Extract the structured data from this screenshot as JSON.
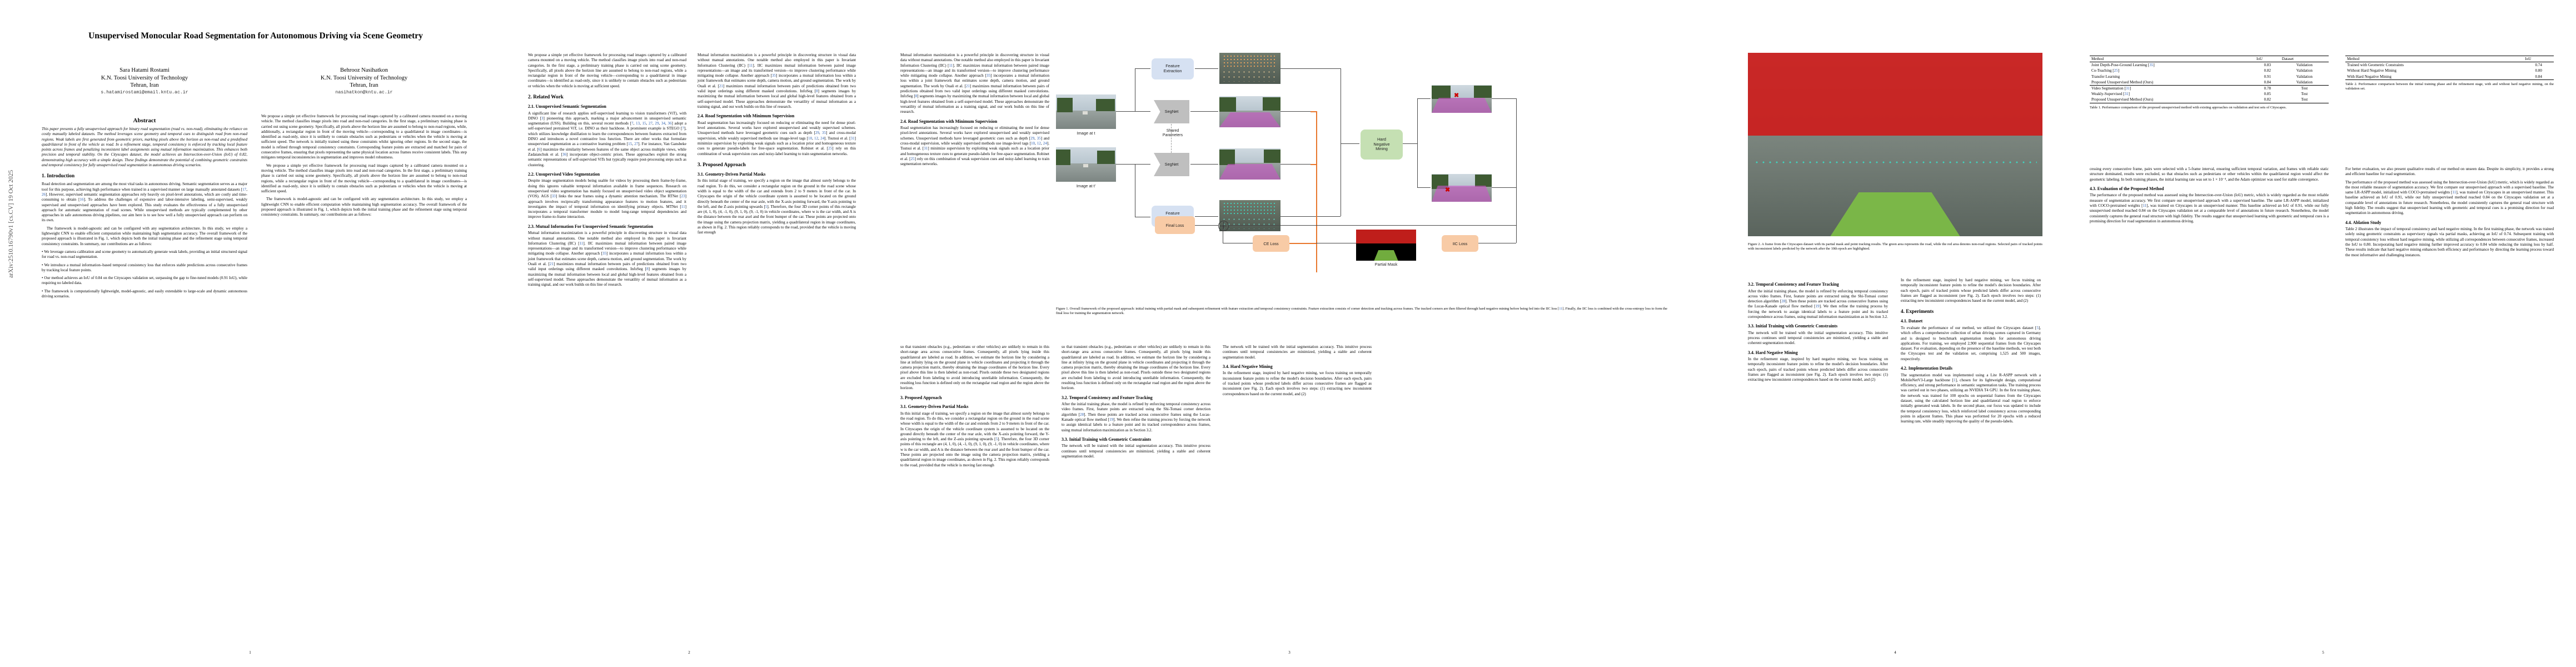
{
  "arxiv_stamp": "arXiv:2510.16790v1  [cs.CV]  19 Oct 2025",
  "title": "Unsupervised Monocular Road Segmentation for Autonomous Driving via Scene Geometry",
  "authors": [
    {
      "name": "Sara Hatami Rostami",
      "affil": "K.N. Toosi University of Technology",
      "city": "Tehran, Iran",
      "email": "s.hatamirostami@email.kntu.ac.ir"
    },
    {
      "name": "Behrooz Nasihatkon",
      "affil": "K.N. Toosi University of Technology",
      "city": "Tehran, Iran",
      "email": "nasihatkon@kntu.ac.ir"
    }
  ],
  "abstract_heading": "Abstract",
  "abstract_left": "This paper presents a fully unsupervised approach for binary road segmentation (road vs. non-road), eliminating the reliance on costly manually labeled datasets. The method leverages scene geometry and temporal cues to distinguish road from non-road regions. Weak labels are first generated from geometric priors, marking pixels above the horizon as non-road and a predefined quadrilateral in front of the vehicle as road. In a refinement stage, temporal consistency is enforced by tracking local feature points across frames and penalizing inconsistent label assignments using mutual information maximization. This enhances both precision and temporal stability. On the Cityscapes dataset, the model achieves an Intersection-over-Union (IoU) of 0.82, demonstrating high accuracy with a simple design. These findings demonstrate the potential of combining geometric constraints and temporal consistency for fully unsupervised road segmentation in autonomous driving scenarios.",
  "abstract_right": "We propose a simple yet effective framework for processing road images captured by a calibrated camera mounted on a moving vehicle. The method classifies image pixels into road and non-road categories. In the first stage, a preliminary training phase is carried out using scene geometry. Specifically, all pixels above the horizon line are assumed to belong to non-road regions, while, additionally, a rectangular region in front of the moving vehicle—corresponding to a quadrilateral in image coordinates—is identified as road-only, since it is unlikely to contain obstacles such as pedestrians or vehicles when the vehicle is moving at sufficient speed. The network is initially trained using these constraints whilst ignoring other regions. In the second stage, the model is refined through temporal consistency constraints. Corresponding feature points are extracted and matched for pairs of consecutive frames, ensuring that pixels representing the same physical location across frames receive consistent labels. This step mitigates temporal inconsistencies in segmentation and improves model robustness.",
  "sections": {
    "s1": "1. Introduction",
    "s2": "2. Related Work",
    "s21": "2.1. Unsupervised Semantic Segmentation",
    "s22": "2.2. Unsupervised Video Segmentation",
    "s23": "2.3. Mutual Information For Unsupervised Semantic Segmentation",
    "s24": "2.4. Road Segmentation with Minimum Supervision",
    "s3": "3. Proposed Approach",
    "s31": "3.1. Geometry-Driven Partial Masks",
    "s32": "3.2. Temporal Consistency and Feature Tracking",
    "s33": "3.3. Initial Training with Geometric Constraints",
    "s34": "3.4. Hard Negative Mining",
    "s4": "4. Experiments",
    "s41": "4.1. Dataset",
    "s42": "4.2. Implementation Details",
    "s43": "4.3. Evaluation of the Proposed Method",
    "s44": "4.4. Ablation Study"
  },
  "body": {
    "intro_p1": "Road detection and segmentation are among the most vital tasks in autonomous driving. Semantic segmentation serves as a major tool for this purpose, achieving high performance when trained in a supervised manner on large manually annotated datasets [17, 26]. However, supervised semantic segmentation approaches rely heavily on pixel-level annotations, which are costly and time-consuming to obtain [16]. To address the challenges of expensive and labor-intensive labeling, semi-supervised, weakly supervised and unsupervised approaches have been explored. This study evaluates the effectiveness of a fully unsupervised approach for automatic segmentation of road scenes. While unsupervised methods are typically complemented by other approaches in safe autonomous driving pipelines, our aim here is to see how well a fully unsupervised approach can perform on its own.",
    "intro_p2": "We propose a simple yet effective framework for processing road images captured by a calibrated camera mounted on a moving vehicle. The method classifies image pixels into road and non-road categories. In the first stage, a preliminary training phase is carried out using scene geometry. Specifically, all pixels above the horizon line are assumed to belong to non-road regions, while a rectangular region in front of the moving vehicle—corresponding to a quadrilateral in image coordinates—is identified as road-only, since it is unlikely to contain obstacles such as pedestrians or vehicles when the vehicle is moving at sufficient speed.",
    "intro_p3": "The framework is model-agnostic and can be configured with any segmentation architecture. In this study, we employ a lightweight CNN to enable efficient computation while maintaining high segmentation accuracy. The overall framework of the proposed approach is illustrated in Fig. 1, which depicts both the initial training phase and the refinement stage using temporal consistency constraints. In summary, our contributions are as follows:",
    "contrib1": "• We leverage camera calibration and scene geometry to automatically generate weak labels, providing an initial structured signal for road vs. non-road segmentation.",
    "contrib2": "• We introduce a mutual information–based temporal consistency loss that enforces stable predictions across consecutive frames by tracking local feature points.",
    "contrib3": "• Our method achieves an IoU of 0.84 on the Cityscapes validation set, surpassing the gap to fine-tuned models (0.91 IoU), while requiring no labeled data.",
    "contrib4": "• The framework is computationally lightweight, model-agnostic, and easily extendable to large-scale and dynamic autonomous driving scenarios.",
    "rel21_p1": "A significant line of research applies self-supervised learning to vision transformers (ViT), with DINO [3] pioneering this approach, marking a major advancement in unsupervised semantic segmentation (USS). Building on this, several recent methods [7, 13, 15, 27, 29, 34, 36] adopt a self-supervised pretrained ViT, i.e. DINO as their backbone. A prominent example is STEGO [7], which utilizes knowledge distillation to learn the correspondences between features extracted from DINO and introduces a novel contrastive loss function. There are other works that formulate unsupervised segmentation as a contrastive learning problem [15, 27]. For instance, Van Gansbeke et al. [6] maximize the similarity between features of the same object across multiple views, while Zadaianchuk et al. [36] incorporate object-centric priors. These approaches exploit the strong semantic representations of self-supervised ViTs but typically require post-processing steps such as clustering.",
    "rel22_p1": "Despite image segmentation models being usable for videos by processing them frame-by-frame, doing this ignores valuable temporal information available in frame sequences. Research on unsupervised video segmentation has mainly focused on unsupervised video object segmentation (VOS). AGS [33] links the near frames using a dynamic attention mechanism. The RTNet [23] approach involves reciprocally transforming appearance features to motion features, and it investigates the impact of temporal information on identifying primary objects. MTNet [11] incorporates a temporal transformer module to model long-range temporal dependencies and improve frame-to-frame interaction.",
    "rel23_p1": "Mutual information maximization is a powerful principle in discovering structure in visual data without manual annotations. One notable method also employed in this paper is Invariant Information Clustering (IIC) [11]. IIC maximizes mutual information between paired image representations—an image and its transformed version—to improve clustering performance while mitigating mode collapse. Another approach [35] incorporates a mutual information loss within a joint framework that estimates scene depth, camera motion, and ground segmentation. The work by Ouali et al. [21] maximizes mutual information between pairs of predictions obtained from two valid input orderings using different masked convolutions. InfoSeg [8] segments images by maximizing the mutual information between local and global high-level features obtained from a self-supervised model. These approaches demonstrate the versatility of mutual information as a training signal, and our work builds on this line of research.",
    "rel24_p1": "Road segmentation has increasingly focused on reducing or eliminating the need for dense pixel-level annotations. Several works have explored unsupervised and weakly supervised schemes. Unsupervised methods have leveraged geometric cues such as depth [29, 35] and cross-modal supervision, while weakly supervised methods use image-level tags [10, 12, 24]. Tsutsui et al. [31] minimize supervision by exploiting weak signals such as a location prior and homogeneous texture cues to generate pseudo-labels for free-space segmentation. Robinet et al. [25] rely on this combination of weak supervision cues and noisy-label learning to train segmentation networks.",
    "p3_p1": "In this initial stage of training, we specify a region on the image that almost surely belongs to the road region. To do this, we consider a rectangular region on the ground in the road scene whose width is equal to the width of the car and extends from 2 to 9 meters in front of the car. In Cityscapes the origin of the vehicle coordinate system is assumed to be located on the ground directly beneath the center of the rear axle, with the X-axis pointing forward, the Y-axis pointing to the left, and the Z-axis pointing upwards [5]. Therefore, the four 3D corner points of this rectangle are (4, 1, 0), (4, -1, 0), (9, 1, 0), (9, -1, 0) in vehicle coordinates, where w is the car width, and A is the distance between the rear axel and the front bumper of the car. These points are projected onto the image using the camera projection matrix, yielding a quadrilateral region in image coordinates, as shown in Fig. 2. This region reliably corresponds to the road, provided that the vehicle is moving fast enough",
    "p31_eq_intro": "so that transient obstacles (e.g., pedestrians or other vehicles) are unlikely to remain in this short-range area across consecutive frames. Consequently, all pixels lying inside this quadrilateral are labeled as road. In addition, we estimate the horizon line by considering a line at infinity lying on the ground plane in vehicle coordinates and projecting it through the camera projection matrix, thereby obtaining the image coordinates of the horizon line. Every pixel above this line is then labeled as non-road. Pixels outside these two designated regions are excluded from labeling to avoid introducing unreliable information. Consequently, the resulting loss function is defined only on the rectangular road region and the region above the horizon.",
    "p32_p1": "After the initial training phase, the model is refined by enforcing temporal consistency across video frames. First, feature points are extracted using the Shi-Tomasi corner detection algorithm [28]. Then these points are tracked across consecutive frames using the Lucas-Kanade optical flow method [19]. We then refine the training process by forcing the network to assign identical labels to a feature point and its tracked correspondence across frames, using mutual information maximization as in Section 3.2.",
    "p33_p1": "The network will be trained with the initial segmentation accuracy. This intuitive process continues until temporal consistencies are minimized, yielding a stable and coherent segmentation model.",
    "p34_p1": "In the refinement stage, inspired by hard negative mining, we focus training on temporally inconsistent feature points to refine the model's decision boundaries. After each epoch, pairs of tracked points whose predicted labels differ across consecutive frames are flagged as inconsistent (see Fig. 2). Each epoch involves two steps: (1) extracting new inconsistent correspondences based on the current model, and (2)",
    "p41_p1": "To evaluate the performance of our method, we utilized the Cityscapes dataset [5], which offers a comprehensive collection of urban driving scenes captured in Germany and is designed to benchmark segmentation models for autonomous driving applications. For training, we employed 2,900 sequential frames from the Cityscapes dataset. For evaluation, depending on the presence of the baseline methods, we test both the Cityscapes test and the validation set, comprising 1,525 and 500 images, respectively.",
    "p42_p1": "The segmentation model was implemented using a Lite R-ASPP network with a MobileNetV3-Large backbone [1], chosen for its lightweight design, computational efficiency, and strong performance in semantic segmentation tasks. The training process was carried out in two phases, utilizing an NVIDIA T4 GPU. In the first training phase, the network was trained for 100 epochs on sequential frames from the Cityscapes dataset, using the calculated horizon line and quadrilateral road region to enforce initially generated weak labels. In the second phase, our focus was updated to include the temporal consistency loss, which reinforced label consistency across corresponding points in adjacent frames. This phase was performed for 20 epochs with a reduced learning rate, while steadily improving the quality of the pseudo-labels.",
    "p43_p1": "The performance of the proposed method was assessed using the Intersection-over-Union (IoU) metric, which is widely regarded as the most reliable measure of segmentation accuracy. We first compare our unsupervised approach with a supervised baseline. The same LR-ASPP model, initialized with COCO-pretrained weights [11], was trained on Cityscapes in an unsupervised manner. This baseline achieved an IoU of 0.91, while our fully unsupervised method reached 0.84 on the Cityscapes validation set at a comparable level of annotations in future research. Nonetheless, the model consistently captures the general road structure with high fidelity. The results suggest that unsupervised learning with geometric and temporal cues is a promising direction for road segmentation in autonomous driving.",
    "p44_p1": "Table 2 illustrates the impact of temporal consistency and hard negative mining. In the first training phase, the network was trained solely using geometric constraints as supervisory signals via partial masks, achieving an IoU of 0.74. Subsequent training with temporal consistency loss without hard negative mining, while utilizing all correspondences between consecutive frames, increased the IoU to 0.80. Incorporating hard negative mining further improved accuracy to 0.84 while reducing the training loss by half. These results indicate that hard negative mining enhances both efficiency and performance by directing the learning process toward the most informative and challenging instances.",
    "p43_p2": "cessing every consecutive frame, pairs were selected with a 5-frame interval, ensuring sufficient temporal variation, and frames with reliable static structure dominated, results were excluded, so that obstacles such as pedestrians or other vehicles within the quadrilateral region would affect the geometric labeling. In both training phases, the initial learning rate was set to 1 × 10⁻⁴, and the Adam optimizer was used for stable convergence.",
    "p43_qual": "For better evaluation, we also present qualitative results of our method on unseen data. Despite its simplicity, it provides a strong and efficient baseline for road segmentation."
  },
  "figure1": {
    "nodes": {
      "feature_extraction_top": "Feature\nExtraction",
      "feature_extraction_bottom": "Feature\nExtraction",
      "segnet_top": "SegNet",
      "segnet_bottom": "SegNet",
      "shared": "Shared\nParameters",
      "hard_negative_mining": "Hard\nNegative\nMining",
      "final_loss": "Final Loss",
      "ce_loss": "CE Loss",
      "iic_loss": "IIC Loss",
      "partial_mask": "Partial Mask"
    },
    "labels": {
      "image_t": "Image at t",
      "image_tp": "Image at t'"
    },
    "caption": "Figure 1. Overall framework of the proposed approach: initial training with partial mask and subsequent refinement with feature extraction and temporal consistency constraints. Feature extraction consists of corner detection and tracking across frames. The tracked corners are then filtered through hard negative mining before being fed into the IIC loss [11]. Finally, the IIC loss is combined with the cross-entropy loss to form the final loss for training the segmentation network."
  },
  "figure2": {
    "caption": "Figure 2. A frame from the Cityscapes dataset with its partial mask and point tracking results. The green area represents the road, while the red area denotes non-road regions. Selected pairs of tracked points with inconsistent labels predicted by the network after the 10th epoch are highlighted."
  },
  "table1": {
    "headers": [
      "Method",
      "IoU",
      "Dataset"
    ],
    "rows": [
      [
        "Joint Depth-Pose-Ground Learning [35]",
        "0.83",
        "Validation"
      ],
      [
        "Co-Teaching [25]",
        "0.82",
        "Validation"
      ],
      [
        "Transfer Learning",
        "0.91",
        "Validation"
      ],
      [
        "Proposed Unsupervised Method (Ours)",
        "0.84",
        "Validation"
      ],
      [
        "Video Segmentation  [31]",
        "0.78",
        "Test"
      ],
      [
        "Weakly-Supervised  [31]",
        "0.85",
        "Test"
      ],
      [
        "Proposed Unsupervised Method (Ours)",
        "0.82",
        "Test"
      ]
    ],
    "split_after": 4,
    "caption": "Table 1. Performance comparison of the proposed unsupervised method with existing approaches on validation and test sets of Cityscapes."
  },
  "table2": {
    "headers": [
      "Method",
      "IoU"
    ],
    "rows": [
      [
        "Trained with Geometric Constraints",
        "0.74"
      ],
      [
        "Without Hard Negative Mining",
        "0.80"
      ],
      [
        "With Hard Negative Mining",
        "0.84"
      ]
    ],
    "caption": "Table 2. Performance comparison between the initial training phase and the refinement stage, with and without hard negative mining, on the validation set."
  },
  "page_numbers": [
    "1",
    "2",
    "3",
    "4",
    "5"
  ],
  "colors": {
    "citation": "#2a5db0",
    "node_blue": "#d6e1f2",
    "node_green": "#c5e0b3",
    "node_orange": "#f8cba6",
    "node_gray": "#bfbfbf",
    "arrow_orange": "#e8762c",
    "mask_road": "#7dbf45",
    "mask_nonroad": "#d41414",
    "overlay_magenta": "#ca55c6"
  }
}
